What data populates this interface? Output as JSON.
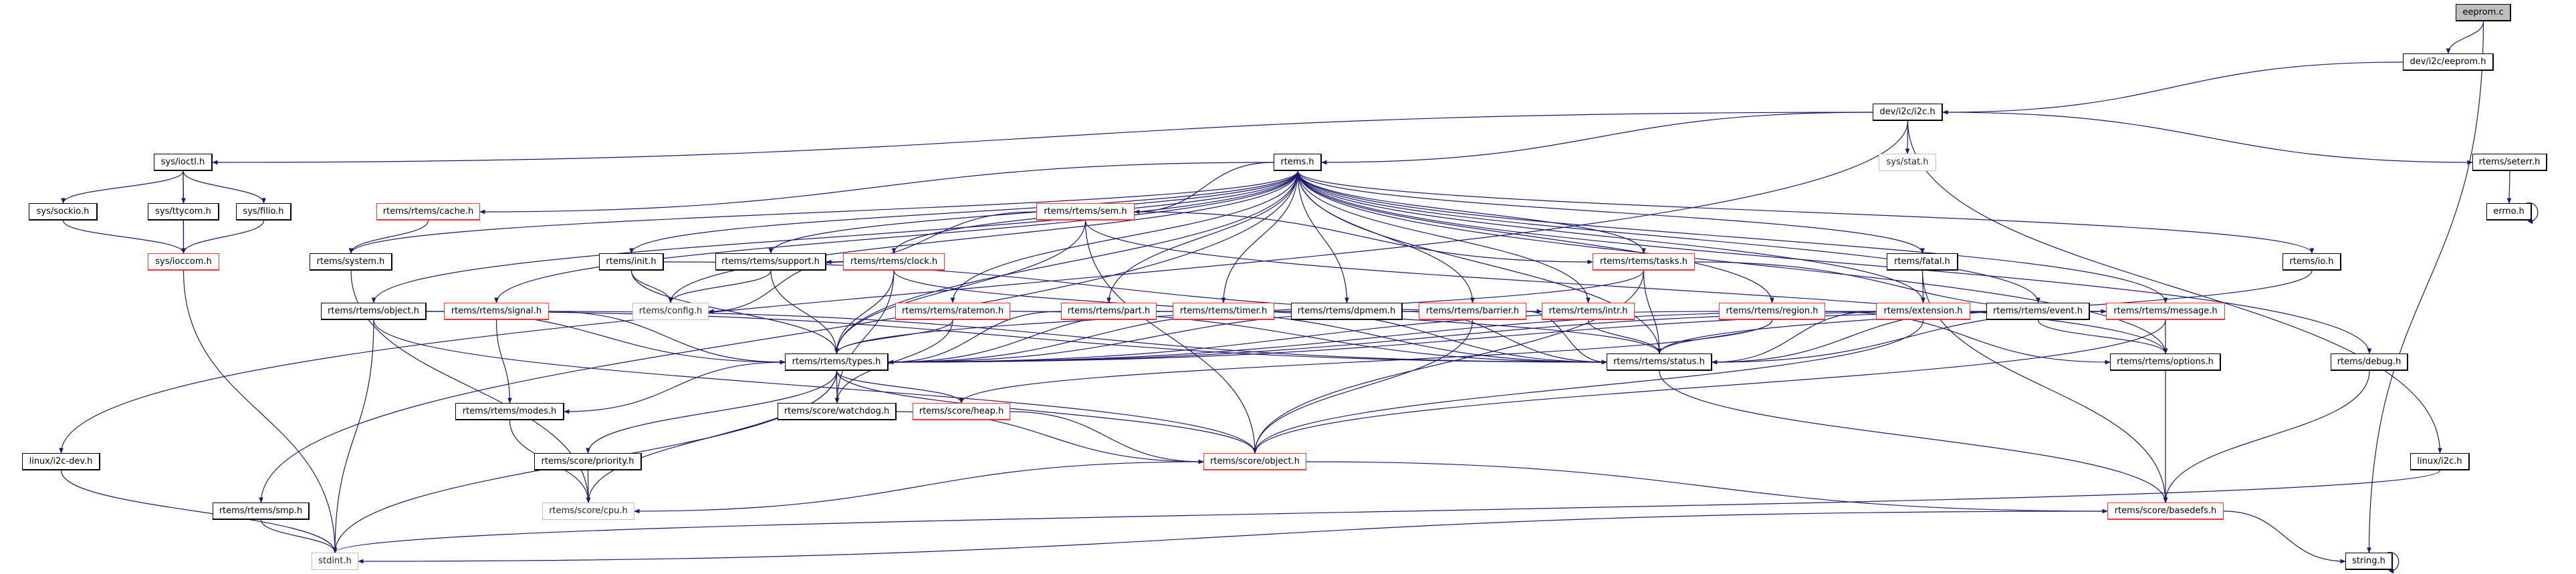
{
  "graph": {
    "title": "eeprom.c",
    "edge_color": "#191970",
    "nodes": [
      {
        "label": "eeprom.c",
        "kind": "root"
      },
      {
        "label": "dev/i2c/eeprom.h",
        "kind": "normal"
      },
      {
        "label": "dev/i2c/i2c.h",
        "kind": "normal"
      },
      {
        "label": "rtems.h",
        "kind": "normal"
      },
      {
        "label": "sys/ioctl.h",
        "kind": "normal"
      },
      {
        "label": "sys/stat.h",
        "kind": "external"
      },
      {
        "label": "rtems/seterr.h",
        "kind": "normal"
      },
      {
        "label": "sys/sockio.h",
        "kind": "normal"
      },
      {
        "label": "sys/ttycom.h",
        "kind": "normal"
      },
      {
        "label": "sys/filio.h",
        "kind": "normal"
      },
      {
        "label": "rtems/rtems/cache.h",
        "kind": "truncated"
      },
      {
        "label": "rtems/rtems/sem.h",
        "kind": "truncated"
      },
      {
        "label": "errno.h",
        "kind": "normal"
      },
      {
        "label": "sys/ioccom.h",
        "kind": "truncated"
      },
      {
        "label": "rtems/system.h",
        "kind": "normal"
      },
      {
        "label": "rtems/init.h",
        "kind": "normal"
      },
      {
        "label": "rtems/rtems/support.h",
        "kind": "normal"
      },
      {
        "label": "rtems/rtems/clock.h",
        "kind": "truncated"
      },
      {
        "label": "rtems/rtems/tasks.h",
        "kind": "truncated"
      },
      {
        "label": "rtems/fatal.h",
        "kind": "normal"
      },
      {
        "label": "rtems/io.h",
        "kind": "normal"
      },
      {
        "label": "rtems/rtems/object.h",
        "kind": "normal"
      },
      {
        "label": "rtems/rtems/signal.h",
        "kind": "truncated"
      },
      {
        "label": "rtems/config.h",
        "kind": "external"
      },
      {
        "label": "rtems/rtems/ratemon.h",
        "kind": "truncated"
      },
      {
        "label": "rtems/rtems/part.h",
        "kind": "truncated"
      },
      {
        "label": "rtems/rtems/timer.h",
        "kind": "truncated"
      },
      {
        "label": "rtems/rtems/dpmem.h",
        "kind": "normal"
      },
      {
        "label": "rtems/rtems/barrier.h",
        "kind": "truncated"
      },
      {
        "label": "rtems/rtems/intr.h",
        "kind": "truncated"
      },
      {
        "label": "rtems/rtems/region.h",
        "kind": "truncated"
      },
      {
        "label": "rtems/extension.h",
        "kind": "truncated"
      },
      {
        "label": "rtems/rtems/event.h",
        "kind": "normal"
      },
      {
        "label": "rtems/rtems/message.h",
        "kind": "truncated"
      },
      {
        "label": "rtems/rtems/types.h",
        "kind": "normal"
      },
      {
        "label": "rtems/rtems/status.h",
        "kind": "normal"
      },
      {
        "label": "rtems/rtems/options.h",
        "kind": "normal"
      },
      {
        "label": "rtems/debug.h",
        "kind": "normal"
      },
      {
        "label": "rtems/rtems/modes.h",
        "kind": "normal"
      },
      {
        "label": "rtems/score/watchdog.h",
        "kind": "normal"
      },
      {
        "label": "rtems/score/heap.h",
        "kind": "truncated"
      },
      {
        "label": "linux/i2c-dev.h",
        "kind": "normal"
      },
      {
        "label": "rtems/score/priority.h",
        "kind": "normal"
      },
      {
        "label": "rtems/score/object.h",
        "kind": "truncated"
      },
      {
        "label": "linux/i2c.h",
        "kind": "normal"
      },
      {
        "label": "rtems/rtems/smp.h",
        "kind": "normal"
      },
      {
        "label": "rtems/score/cpu.h",
        "kind": "external"
      },
      {
        "label": "rtems/score/basedefs.h",
        "kind": "truncated"
      },
      {
        "label": "stdint.h",
        "kind": "external"
      },
      {
        "label": "string.h",
        "kind": "normal"
      }
    ],
    "edges": [
      [
        0,
        1
      ],
      [
        0,
        49
      ],
      [
        1,
        2
      ],
      [
        2,
        3
      ],
      [
        2,
        4
      ],
      [
        2,
        5
      ],
      [
        2,
        6
      ],
      [
        2,
        41
      ],
      [
        2,
        44
      ],
      [
        6,
        12
      ],
      [
        12,
        12
      ],
      [
        49,
        49
      ],
      [
        4,
        7
      ],
      [
        4,
        8
      ],
      [
        4,
        9
      ],
      [
        4,
        13
      ],
      [
        7,
        13
      ],
      [
        8,
        13
      ],
      [
        9,
        13
      ],
      [
        13,
        48
      ],
      [
        3,
        10
      ],
      [
        3,
        14
      ],
      [
        3,
        21
      ],
      [
        3,
        22
      ],
      [
        3,
        23
      ],
      [
        3,
        34
      ],
      [
        3,
        45
      ],
      [
        3,
        15
      ],
      [
        3,
        16
      ],
      [
        3,
        17
      ],
      [
        3,
        11
      ],
      [
        3,
        24
      ],
      [
        3,
        25
      ],
      [
        3,
        26
      ],
      [
        3,
        27
      ],
      [
        3,
        28
      ],
      [
        3,
        29
      ],
      [
        3,
        30
      ],
      [
        3,
        31
      ],
      [
        3,
        32
      ],
      [
        3,
        33
      ],
      [
        3,
        18
      ],
      [
        3,
        19
      ],
      [
        3,
        20
      ],
      [
        3,
        36
      ],
      [
        3,
        37
      ],
      [
        3,
        35
      ],
      [
        10,
        14
      ],
      [
        14,
        46
      ],
      [
        15,
        23
      ],
      [
        15,
        34
      ],
      [
        15,
        29
      ],
      [
        16,
        23
      ],
      [
        16,
        34
      ],
      [
        17,
        23
      ],
      [
        17,
        34
      ],
      [
        17,
        39
      ],
      [
        17,
        35
      ],
      [
        11,
        16
      ],
      [
        11,
        18
      ],
      [
        11,
        34
      ],
      [
        11,
        36
      ],
      [
        11,
        43
      ],
      [
        18,
        34
      ],
      [
        18,
        35
      ],
      [
        18,
        43
      ],
      [
        18,
        33
      ],
      [
        21,
        34
      ],
      [
        21,
        35
      ],
      [
        21,
        43
      ],
      [
        21,
        48
      ],
      [
        22,
        38
      ],
      [
        22,
        34
      ],
      [
        22,
        35
      ],
      [
        34,
        38
      ],
      [
        34,
        39
      ],
      [
        34,
        40
      ],
      [
        34,
        42
      ],
      [
        34,
        43
      ],
      [
        34,
        48
      ],
      [
        34,
        46
      ],
      [
        38,
        46
      ],
      [
        42,
        46
      ],
      [
        45,
        48
      ],
      [
        41,
        48
      ],
      [
        24,
        34
      ],
      [
        24,
        35
      ],
      [
        24,
        39
      ],
      [
        25,
        34
      ],
      [
        25,
        35
      ],
      [
        26,
        34
      ],
      [
        26,
        35
      ],
      [
        27,
        34
      ],
      [
        27,
        35
      ],
      [
        28,
        34
      ],
      [
        28,
        35
      ],
      [
        28,
        43
      ],
      [
        29,
        35
      ],
      [
        30,
        34
      ],
      [
        30,
        35
      ],
      [
        30,
        36
      ],
      [
        30,
        40
      ],
      [
        31,
        34
      ],
      [
        31,
        35
      ],
      [
        31,
        43
      ],
      [
        32,
        34
      ],
      [
        32,
        35
      ],
      [
        32,
        36
      ],
      [
        33,
        34
      ],
      [
        33,
        35
      ],
      [
        33,
        36
      ],
      [
        33,
        43
      ],
      [
        19,
        31
      ],
      [
        19,
        47
      ],
      [
        20,
        35
      ],
      [
        36,
        47
      ],
      [
        35,
        47
      ],
      [
        37,
        47
      ],
      [
        40,
        43
      ],
      [
        39,
        43
      ],
      [
        43,
        46
      ],
      [
        43,
        47
      ],
      [
        47,
        48
      ],
      [
        47,
        49
      ],
      [
        44,
        48
      ]
    ]
  }
}
